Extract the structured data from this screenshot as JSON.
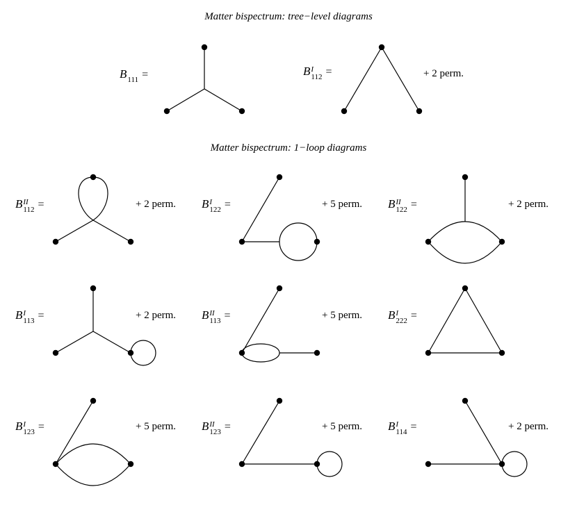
{
  "headers": {
    "tree": "Matter bispectrum: tree−level diagrams",
    "loop": "Matter bispectrum: 1−loop diagrams"
  },
  "diagrams": [
    {
      "symbol": "B",
      "sup": "",
      "sub": "111",
      "equals": "=",
      "perm": ""
    },
    {
      "symbol": "B",
      "sup": "I",
      "sub": "112",
      "equals": "=",
      "perm": "+ 2 perm."
    },
    {
      "symbol": "B",
      "sup": "II",
      "sub": "112",
      "equals": "=",
      "perm": "+ 2 perm."
    },
    {
      "symbol": "B",
      "sup": "I",
      "sub": "122",
      "equals": "=",
      "perm": "+ 5 perm."
    },
    {
      "symbol": "B",
      "sup": "II",
      "sub": "122",
      "equals": "=",
      "perm": "+ 2 perm."
    },
    {
      "symbol": "B",
      "sup": "I",
      "sub": "113",
      "equals": "=",
      "perm": "+ 2 perm."
    },
    {
      "symbol": "B",
      "sup": "II",
      "sub": "113",
      "equals": "=",
      "perm": "+ 5 perm."
    },
    {
      "symbol": "B",
      "sup": "I",
      "sub": "222",
      "equals": "=",
      "perm": ""
    },
    {
      "symbol": "B",
      "sup": "I",
      "sub": "123",
      "equals": "=",
      "perm": "+ 5 perm."
    },
    {
      "symbol": "B",
      "sup": "II",
      "sub": "123",
      "equals": "=",
      "perm": "+ 5 perm."
    },
    {
      "symbol": "B",
      "sup": "I",
      "sub": "114",
      "equals": "=",
      "perm": "+ 2 perm."
    }
  ]
}
